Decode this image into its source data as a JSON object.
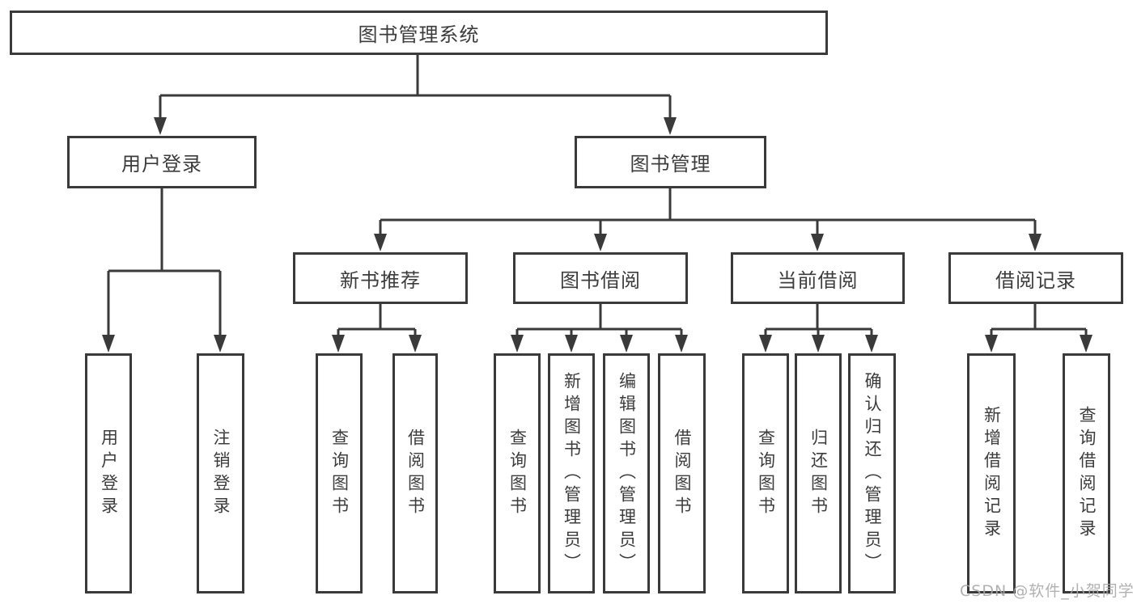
{
  "diagram": {
    "root": {
      "label": "图书管理系统",
      "children": [
        {
          "label": "用户登录",
          "children": [
            {
              "label": "用户登录"
            },
            {
              "label": "注销登录"
            }
          ]
        },
        {
          "label": "图书管理",
          "children": [
            {
              "label": "新书推荐",
              "children": [
                {
                  "label": "查询图书"
                },
                {
                  "label": "借阅图书"
                }
              ]
            },
            {
              "label": "图书借阅",
              "children": [
                {
                  "label": "查询图书"
                },
                {
                  "label": "新增图书（管理员）"
                },
                {
                  "label": "编辑图书（管理员）"
                },
                {
                  "label": "借阅图书"
                }
              ]
            },
            {
              "label": "当前借阅",
              "children": [
                {
                  "label": "查询图书"
                },
                {
                  "label": "归还图书"
                },
                {
                  "label": "确认归还（管理员）"
                }
              ]
            },
            {
              "label": "借阅记录",
              "children": [
                {
                  "label": "新增借阅记录"
                },
                {
                  "label": "查询借阅记录"
                }
              ]
            }
          ]
        }
      ]
    },
    "watermark": "CSDN @软件_小贺同学",
    "colors": {
      "line": "#3a3a3a",
      "text": "#3c3c3c",
      "watermark": "#a8a8a8",
      "background": "#ffffff"
    }
  }
}
